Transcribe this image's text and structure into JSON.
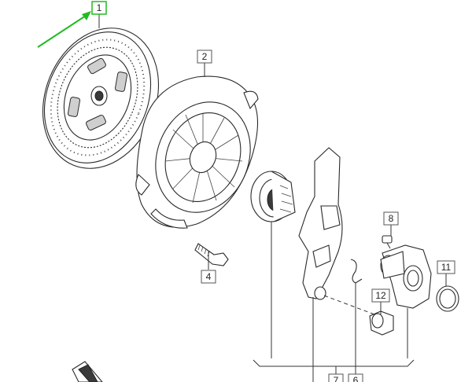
{
  "callouts": [
    {
      "id": "1",
      "label": "1",
      "highlight": true
    },
    {
      "id": "2",
      "label": "2",
      "highlight": false
    },
    {
      "id": "4",
      "label": "4",
      "highlight": false
    },
    {
      "id": "8",
      "label": "8",
      "highlight": false
    },
    {
      "id": "11",
      "label": "11",
      "highlight": false
    },
    {
      "id": "12",
      "label": "12",
      "highlight": false
    },
    {
      "id": "7",
      "label": "7",
      "highlight": false
    },
    {
      "id": "6",
      "label": "6",
      "highlight": false
    }
  ],
  "colors": {
    "highlight": "#22bb22",
    "line": "#333333",
    "box_border": "#555555",
    "background": "#ffffff"
  },
  "icons": {
    "pointer": "arrow-icon"
  }
}
